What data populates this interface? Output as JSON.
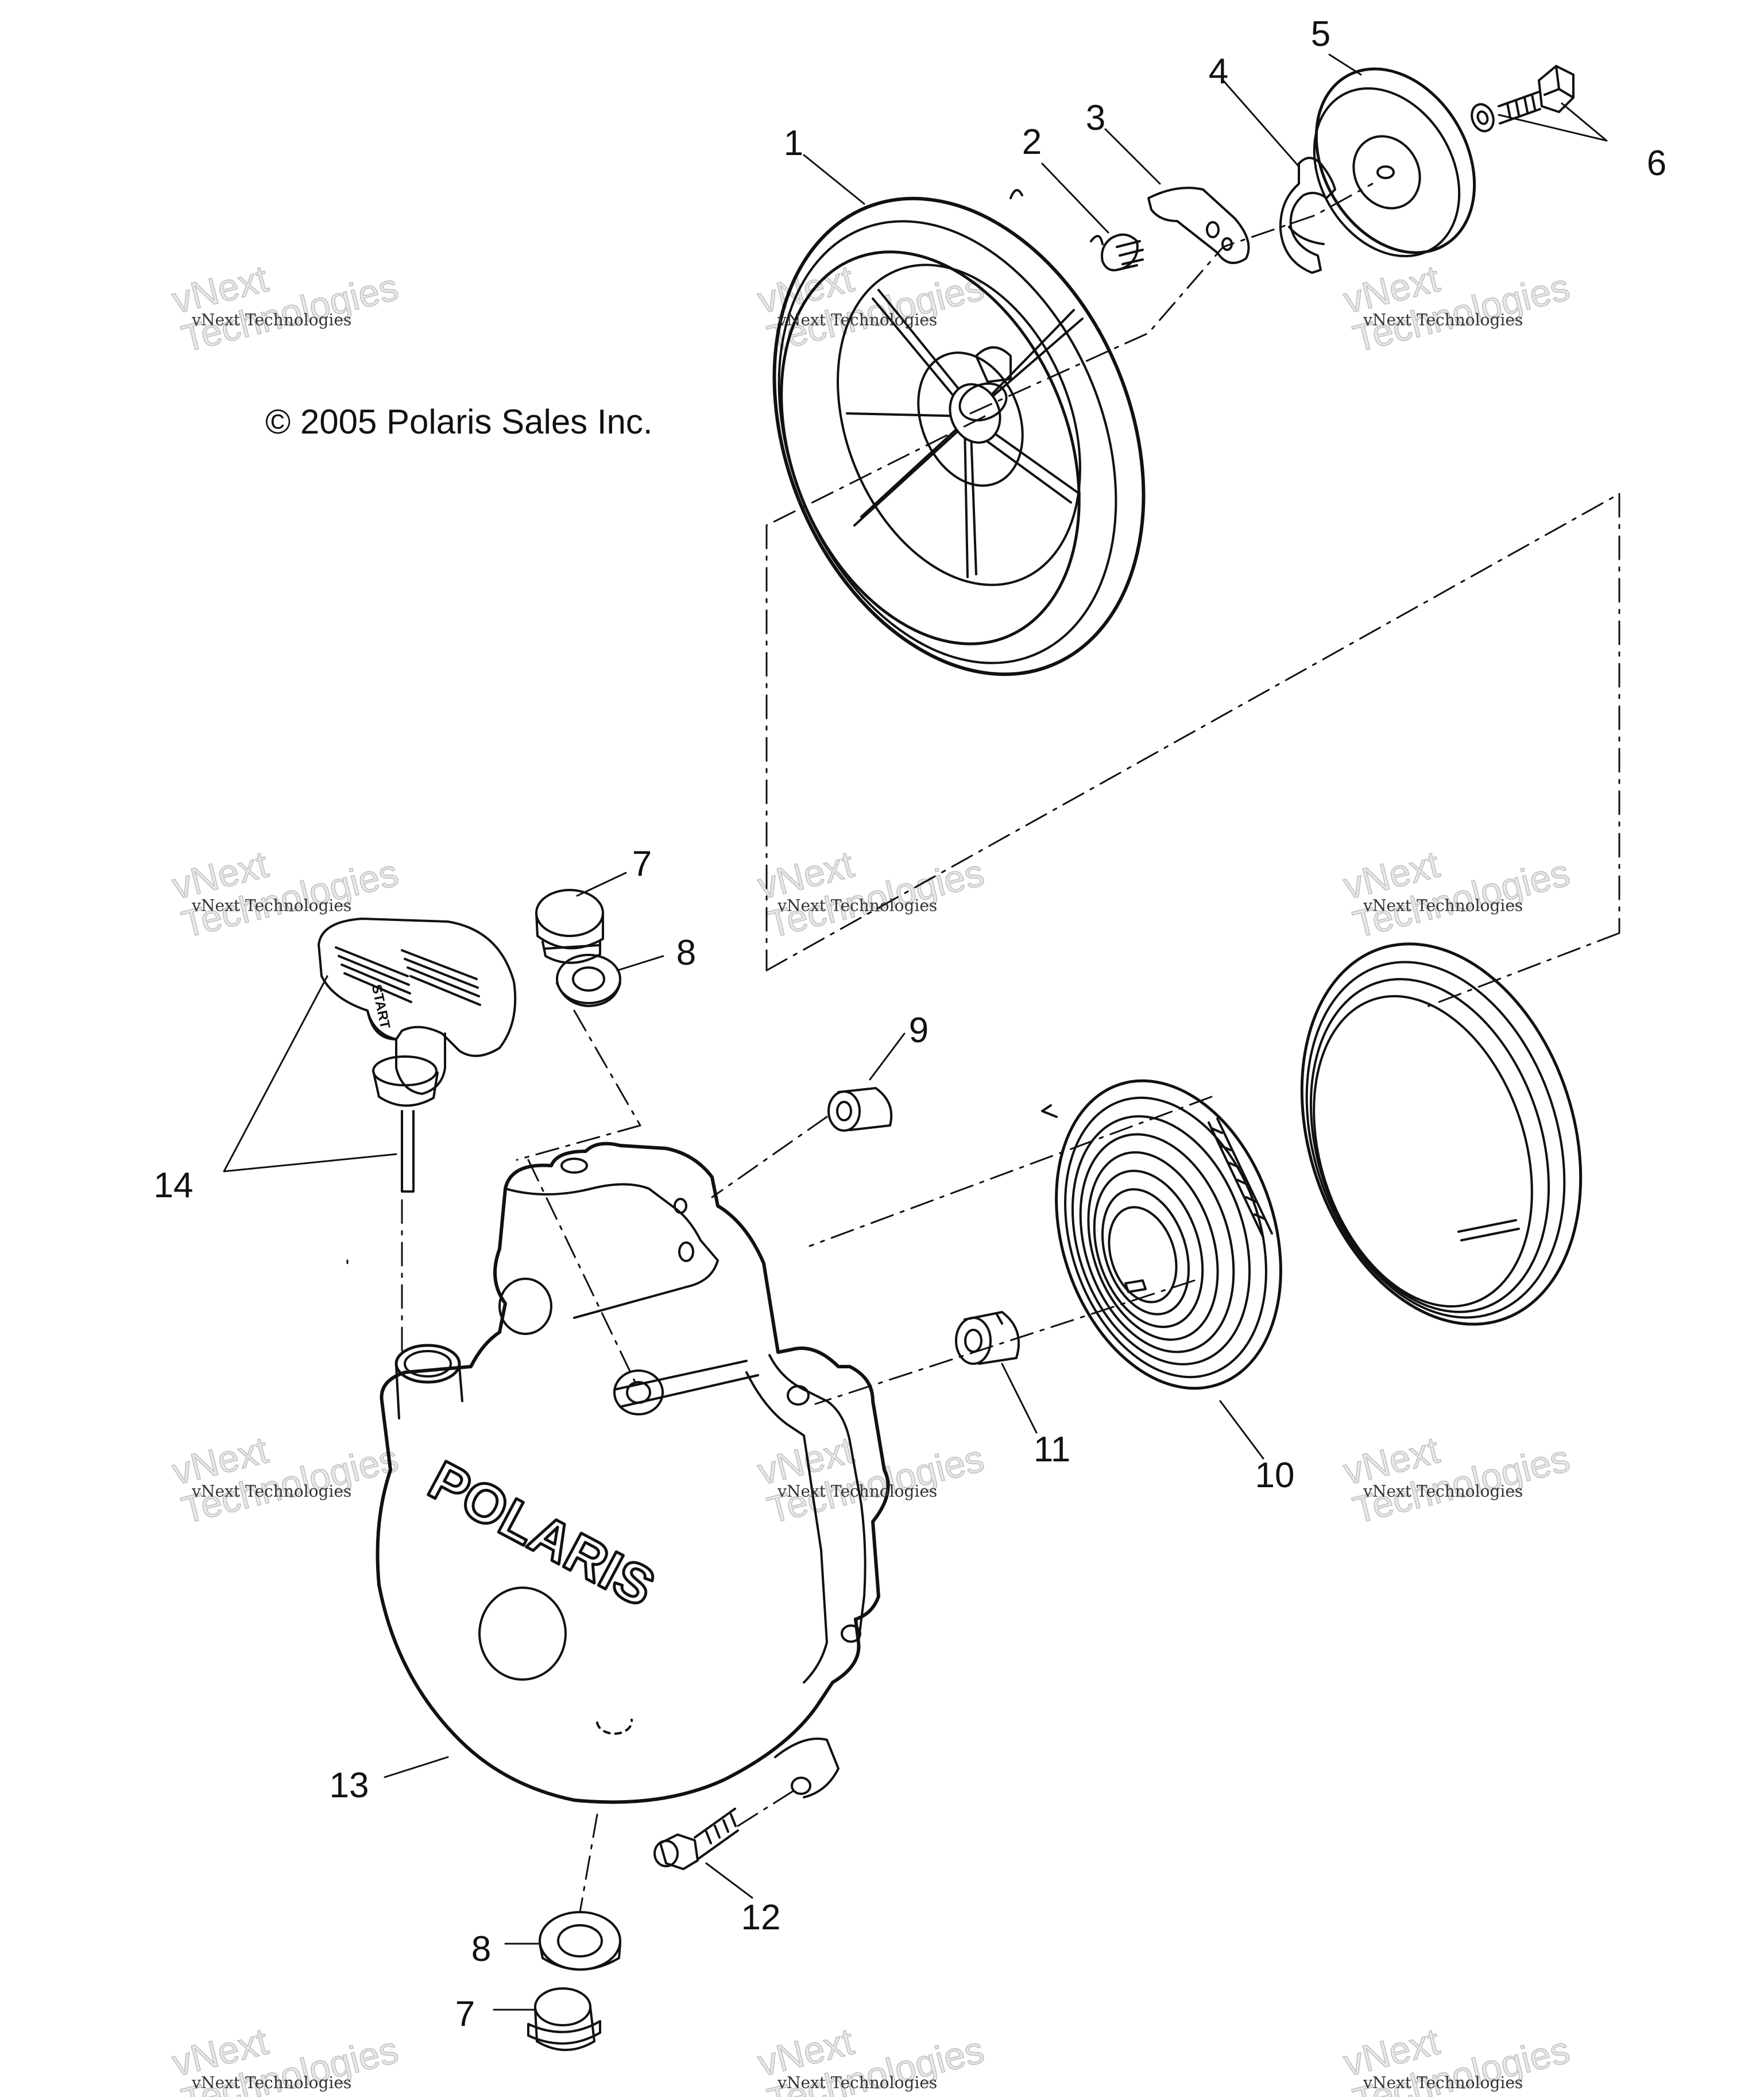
{
  "copyright": "© 2005 Polaris Sales Inc.",
  "watermark": {
    "small": "vNext Technologies",
    "big": "vNext\nTechnologies"
  },
  "handle_text": "START",
  "cover_logo": "POLARIS",
  "callouts": {
    "c1": "1",
    "c2": "2",
    "c3": "3",
    "c4": "4",
    "c5": "5",
    "c6": "6",
    "c7a": "7",
    "c8a": "8",
    "c9": "9",
    "c10": "10",
    "c11": "11",
    "c12": "12",
    "c13": "13",
    "c14": "14",
    "c8b": "8",
    "c7b": "7"
  },
  "colors": {
    "line": "#111111",
    "background": "#ffffff"
  }
}
